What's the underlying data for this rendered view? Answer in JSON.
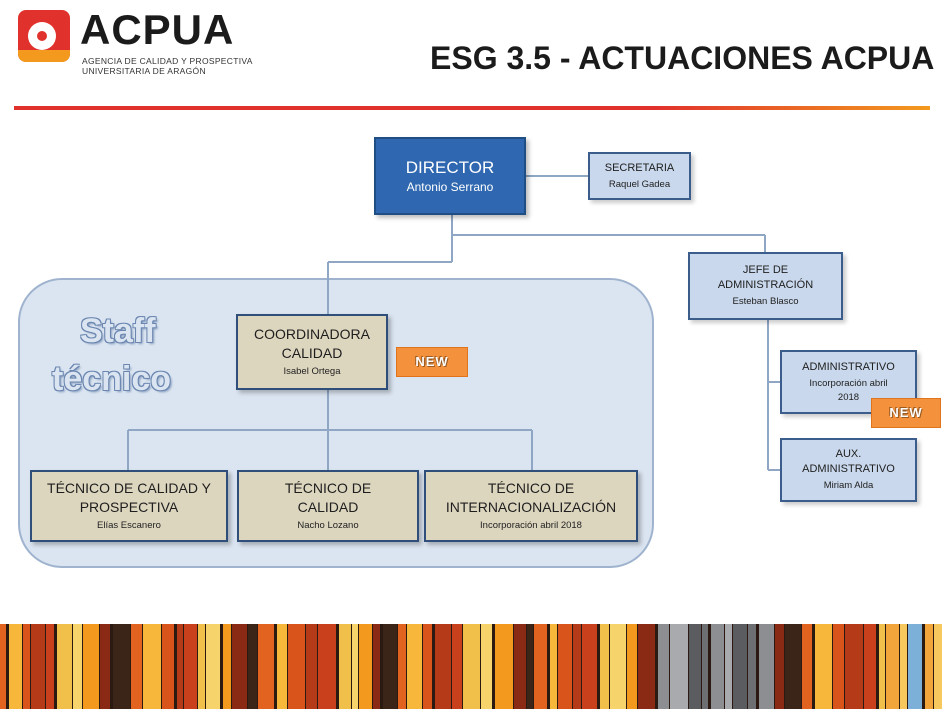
{
  "header": {
    "logo_name": "ACPUA",
    "logo_sub_line1": "AGENCIA DE CALIDAD Y PROSPECTIVA",
    "logo_sub_line2": "UNIVERSITARIA DE ARAGÓN",
    "title": "ESG 3.5 - ACTUACIONES ACPUA"
  },
  "colors": {
    "brand_red": "#e1312c",
    "brand_orange": "#f39a1e",
    "director_blue": "#2f68b0",
    "staff_panel": "#dbe5f1",
    "new_badge": "#f4913d"
  },
  "staff": {
    "line1": "Staff",
    "line2": "técnico"
  },
  "director": {
    "title": "DIRECTOR",
    "name": "Antonio Serrano"
  },
  "secretaria": {
    "title": "SECRETARIA",
    "name": "Raquel Gadea"
  },
  "jefe": {
    "title_line1": "JEFE DE",
    "title_line2": "ADMINISTRACIÓN",
    "name": "Esteban Blasco"
  },
  "administrativo": {
    "title": "ADMINISTRATIVO",
    "note_line1": "Incorporación abril",
    "note_line2": "2018"
  },
  "aux": {
    "title_line1": "AUX.",
    "title_line2": "ADMINISTRATIVO",
    "name": "Miriam Alda"
  },
  "coordinadora": {
    "title_line1": "COORDINADORA",
    "title_line2": "CALIDAD",
    "name": "Isabel Ortega"
  },
  "tecnicos": [
    {
      "title_line1": "TÉCNICO DE CALIDAD Y",
      "title_line2": "PROSPECTIVA",
      "name": "Elías Escanero"
    },
    {
      "title_line1": "TÉCNICO DE",
      "title_line2": "CALIDAD",
      "name": "Nacho Lozano"
    },
    {
      "title_line1": "TÉCNICO DE",
      "title_line2": "INTERNACIONALIZACIÓN",
      "name": "Incorporación abril 2018"
    }
  ],
  "badges": {
    "new1": "NEW",
    "new2": "NEW"
  }
}
